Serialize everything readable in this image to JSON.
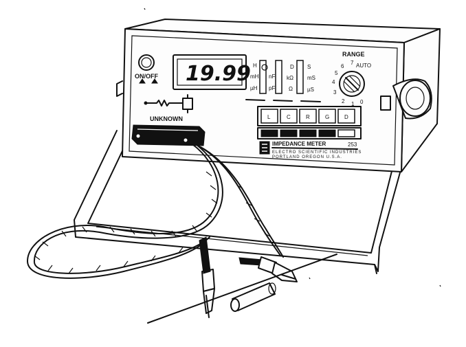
{
  "meter": {
    "display_reading": "19.99",
    "power_label": "ON/OFF",
    "unknown_label": "UNKNOWN",
    "range_label": "RANGE",
    "range_auto": "AUTO",
    "range_numbers": [
      "7",
      "6",
      "5",
      "4",
      "3",
      "2",
      "1",
      "0"
    ],
    "units_col1": [
      "H",
      "mH",
      "µH"
    ],
    "units_col2": [
      "nF",
      "pF"
    ],
    "units_col3": [
      "D",
      "kΩ",
      "Ω"
    ],
    "units_col4": [
      "S",
      "mS",
      "µS"
    ],
    "function_buttons": [
      "L",
      "C",
      "R",
      "G",
      "D"
    ],
    "brand_title": "IMPEDANCE METER",
    "model": "253",
    "maker_line1": "ELECTRO SCIENTIFIC INDUSTRIES",
    "maker_line2": "PORTLAND OREGON U.S.A."
  }
}
